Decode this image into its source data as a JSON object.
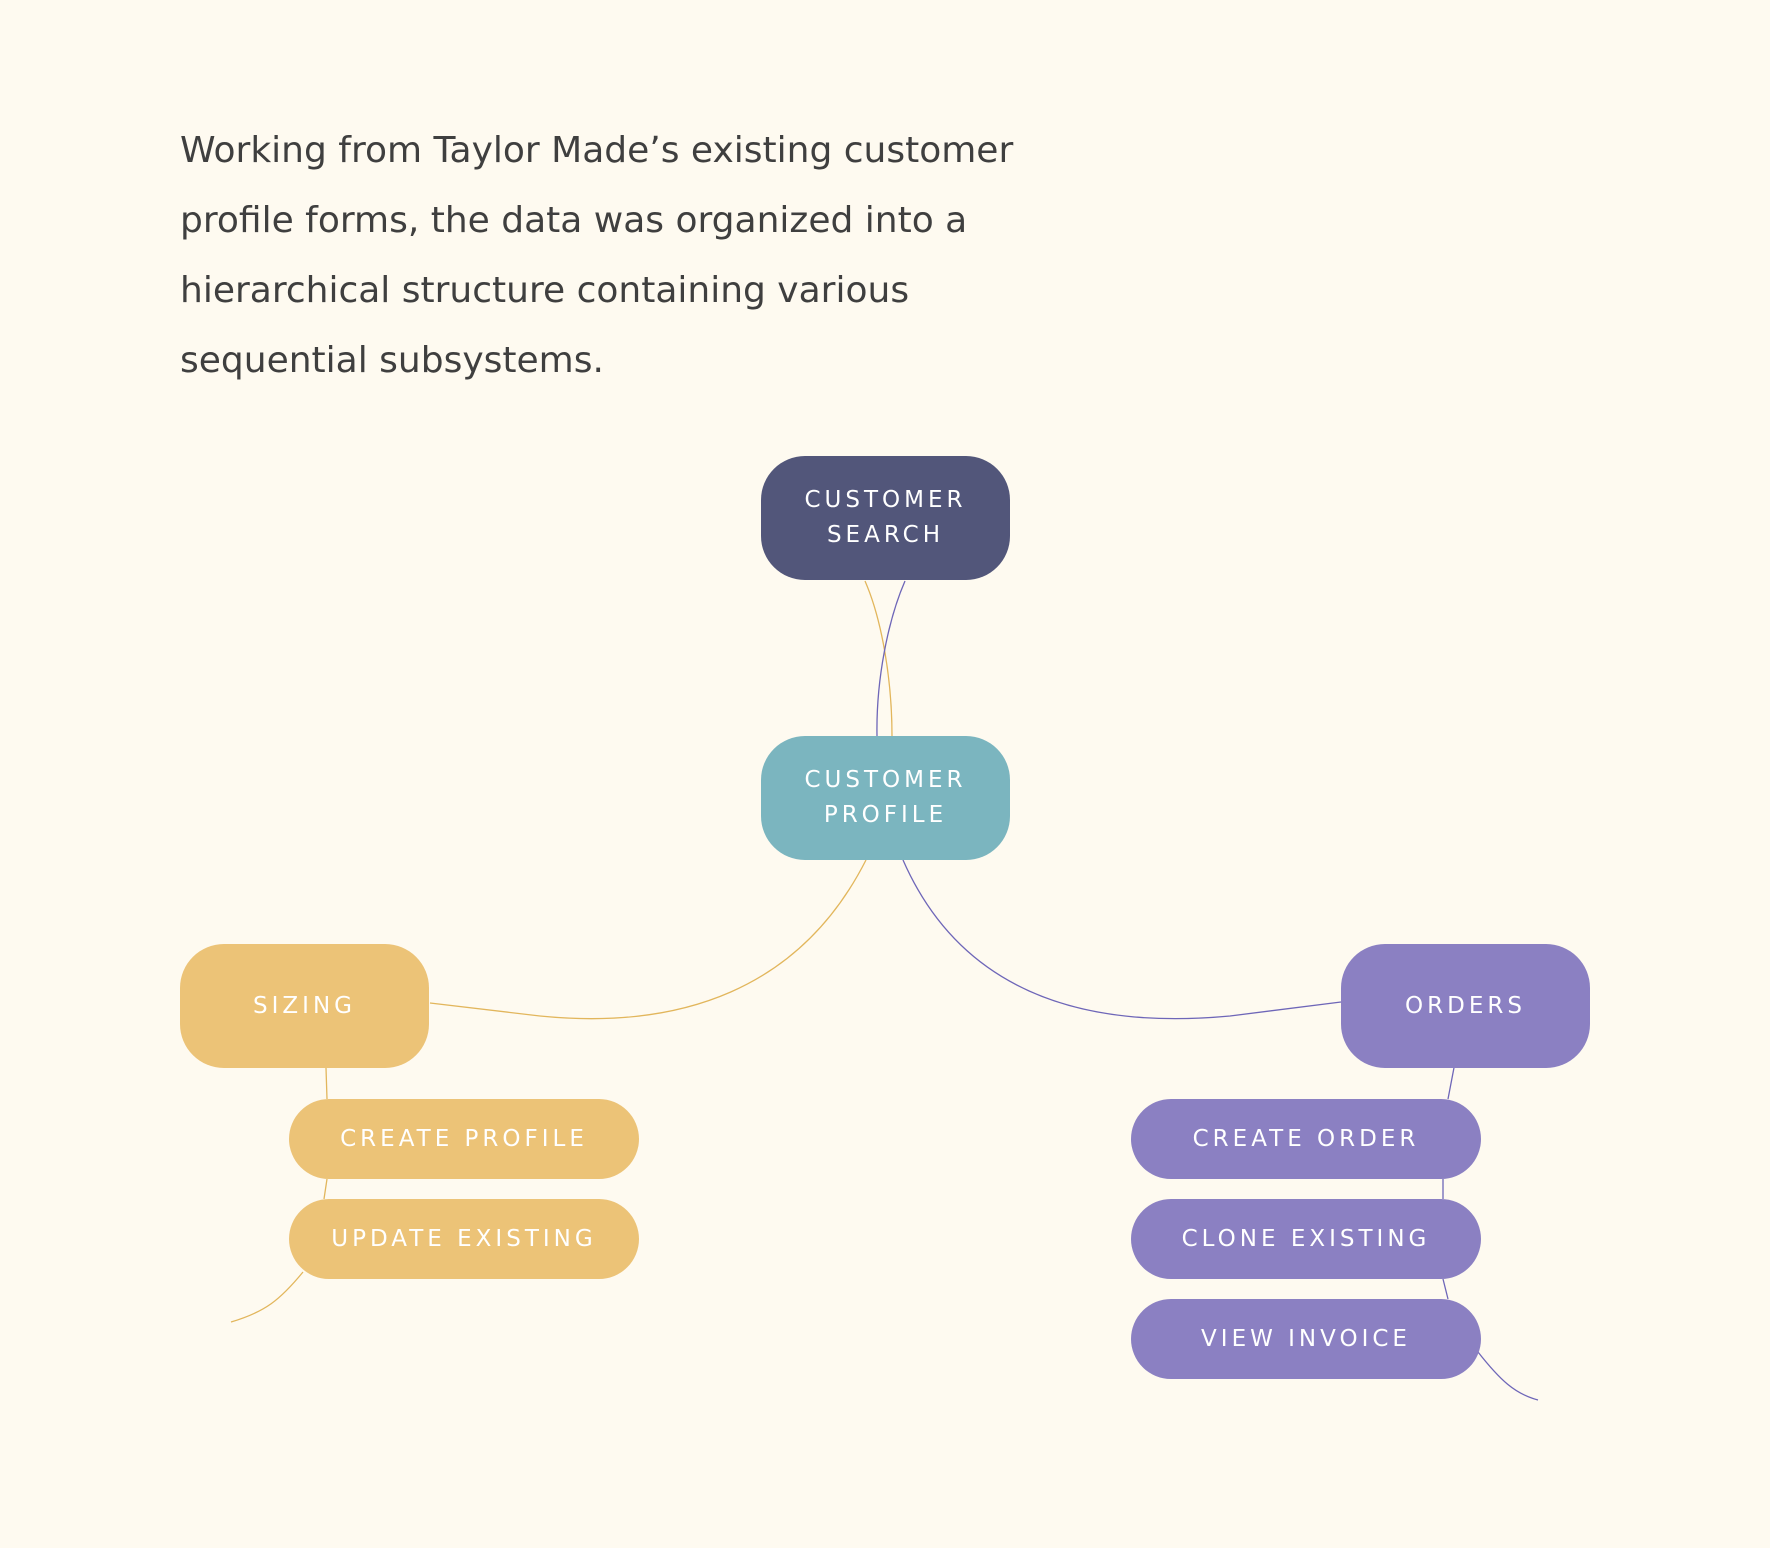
{
  "intro_text": "Working from Taylor Made’s existing customer profile forms, the data was organized into a hierarchical structure containing various sequential subsystems.",
  "colors": {
    "background": "#fefaf0",
    "text": "#3f3f3f",
    "customer_search": "#52567a",
    "customer_profile": "#7bb5bf",
    "sizing": "#ecc377",
    "orders": "#8b80c2",
    "yellow_line": "#e2b65c",
    "purple_line": "#6e66b8"
  },
  "nodes": {
    "customer_search": "CUSTOMER\nSEARCH",
    "customer_profile": "CUSTOMER\nPROFILE",
    "sizing": "SIZING",
    "orders": "ORDERS",
    "sizing_children": [
      "CREATE PROFILE",
      "UPDATE EXISTING"
    ],
    "orders_children": [
      "CREATE ORDER",
      "CLONE EXISTING",
      "VIEW INVOICE"
    ]
  }
}
